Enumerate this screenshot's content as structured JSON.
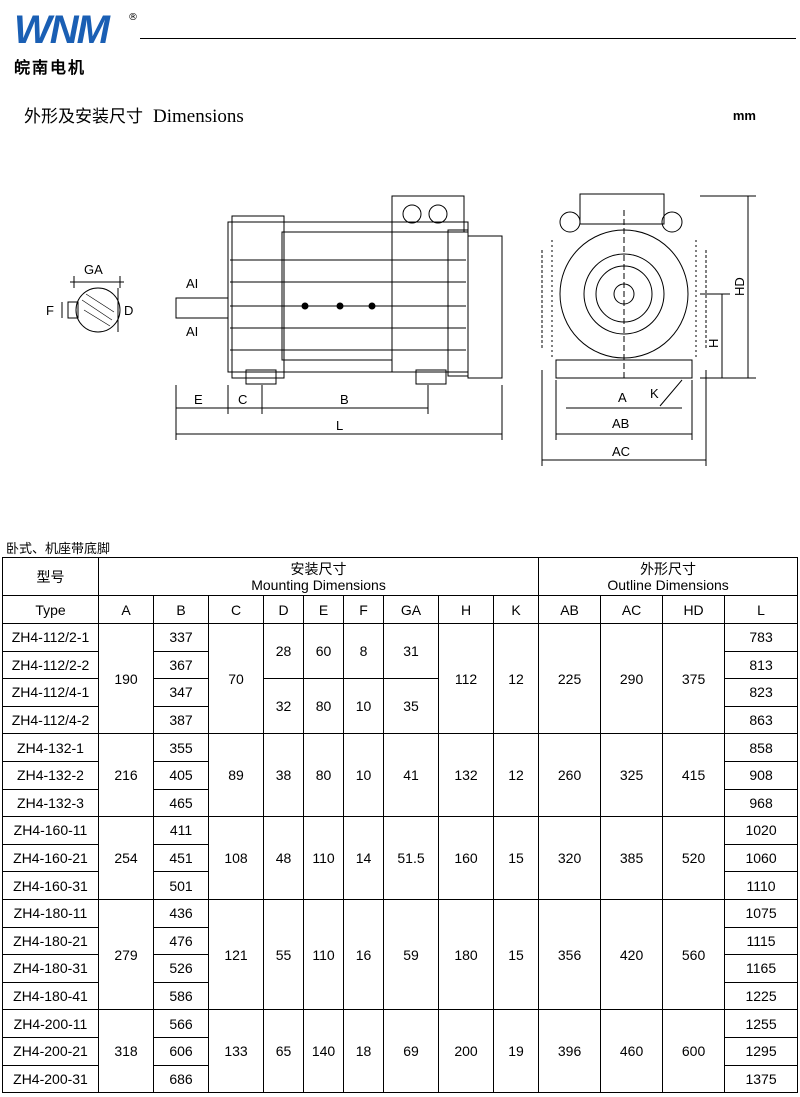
{
  "brand": {
    "logo_text": "WNM",
    "registered_mark": "®",
    "company_name": "皖南电机"
  },
  "section": {
    "title_cn": "外形及安装尺寸",
    "title_en": "Dimensions",
    "unit": "mm"
  },
  "drawing_labels": {
    "ga": "GA",
    "f": "F",
    "d": "D",
    "e": "E",
    "c": "C",
    "b": "B",
    "l": "L",
    "a_dim": "A",
    "ab": "AB",
    "ac": "AC",
    "hd": "HD",
    "h": "H",
    "k": "K",
    "ai_top": "AI",
    "ai_bottom": "AI"
  },
  "table": {
    "caption": "卧式、机座带底脚",
    "header": {
      "model_cn": "型号",
      "mounting_cn": "安装尺寸",
      "mounting_en": "Mounting Dimensions",
      "outline_cn": "外形尺寸",
      "outline_en": "Outline Dimensions",
      "columns": [
        "Type",
        "A",
        "B",
        "C",
        "D",
        "E",
        "F",
        "GA",
        "H",
        "K",
        "AB",
        "AC",
        "HD",
        "L"
      ]
    },
    "groups": [
      {
        "types": [
          "ZH4-112/2-1",
          "ZH4-112/2-2",
          "ZH4-112/4-1",
          "ZH4-112/4-2"
        ],
        "A": "190",
        "B": [
          "337",
          "367",
          "347",
          "387"
        ],
        "C": "70",
        "D": [
          "28",
          "32"
        ],
        "E": [
          "60",
          "80"
        ],
        "F": [
          "8",
          "10"
        ],
        "GA": [
          "31",
          "35"
        ],
        "H": "112",
        "K": "12",
        "AB": "225",
        "AC": "290",
        "HD": "375",
        "L": [
          "783",
          "813",
          "823",
          "863"
        ]
      },
      {
        "types": [
          "ZH4-132-1",
          "ZH4-132-2",
          "ZH4-132-3"
        ],
        "A": "216",
        "B": [
          "355",
          "405",
          "465"
        ],
        "C": "89",
        "D": "38",
        "E": "80",
        "F": "10",
        "GA": "41",
        "H": "132",
        "K": "12",
        "AB": "260",
        "AC": "325",
        "HD": "415",
        "L": [
          "858",
          "908",
          "968"
        ]
      },
      {
        "types": [
          "ZH4-160-11",
          "ZH4-160-21",
          "ZH4-160-31"
        ],
        "A": "254",
        "B": [
          "411",
          "451",
          "501"
        ],
        "C": "108",
        "D": "48",
        "E": "110",
        "F": "14",
        "GA": "51.5",
        "H": "160",
        "K": "15",
        "AB": "320",
        "AC": "385",
        "HD": "520",
        "L": [
          "1020",
          "1060",
          "1110"
        ]
      },
      {
        "types": [
          "ZH4-180-11",
          "ZH4-180-21",
          "ZH4-180-31",
          "ZH4-180-41"
        ],
        "A": "279",
        "B": [
          "436",
          "476",
          "526",
          "586"
        ],
        "C": "121",
        "D": "55",
        "E": "110",
        "F": "16",
        "GA": "59",
        "H": "180",
        "K": "15",
        "AB": "356",
        "AC": "420",
        "HD": "560",
        "L": [
          "1075",
          "1115",
          "1165",
          "1225"
        ]
      },
      {
        "types": [
          "ZH4-200-11",
          "ZH4-200-21",
          "ZH4-200-31"
        ],
        "A": "318",
        "B": [
          "566",
          "606",
          "686"
        ],
        "C": "133",
        "D": "65",
        "E": "140",
        "F": "18",
        "GA": "69",
        "H": "200",
        "K": "19",
        "AB": "396",
        "AC": "460",
        "HD": "600",
        "L": [
          "1255",
          "1295",
          "1375"
        ]
      }
    ]
  }
}
